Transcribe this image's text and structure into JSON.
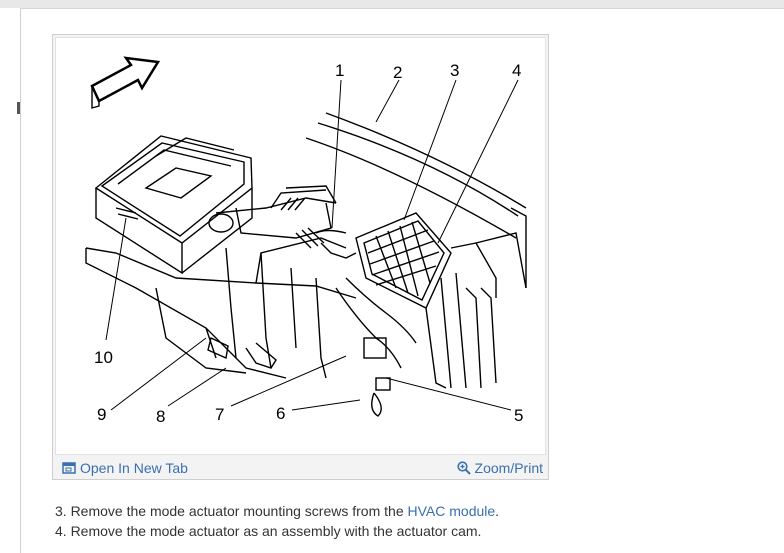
{
  "figure": {
    "callouts": [
      "1",
      "2",
      "3",
      "4",
      "5",
      "6",
      "7",
      "8",
      "9",
      "10"
    ],
    "open_tab_label": "Open In New Tab",
    "zoom_label": "Zoom/Print",
    "open_tab_icon": "open-new-tab-icon",
    "zoom_icon": "zoom-magnifier-icon",
    "arrow_icon": "direction-arrow-icon"
  },
  "steps": [
    {
      "prefix": "3. Remove the mode actuator mounting screws from the ",
      "link": "HVAC module",
      "suffix": "."
    },
    {
      "prefix": "4. Remove the mode actuator as an assembly with the actuator cam.",
      "link": "",
      "suffix": ""
    }
  ],
  "colors": {
    "link": "#3a6fb0",
    "text": "#333333"
  }
}
